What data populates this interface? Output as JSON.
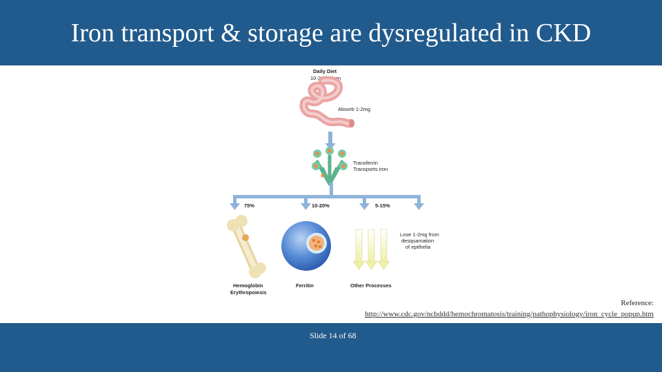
{
  "slide": {
    "title": "Iron transport & storage are dysregulated in CKD",
    "slide_number": "Slide 14 of 68",
    "reference_label": "Reference:",
    "reference_url": "http://www.cdc.gov/ncbddd/hemochromatosis/training/pathophysiology/iron_cycle_popup.htm"
  },
  "diagram": {
    "diet_line1": "Daily Diet",
    "diet_line2": "10-20mg iron",
    "absorb": "Absorb 1-2mg",
    "transferrin_line1": "Transferrin",
    "transferrin_line2": "Transports iron",
    "pct_left": "75%",
    "pct_mid": "10-20%",
    "pct_right": "5-15%",
    "lose_line1": "Lose 1-2mg from",
    "lose_line2": "desquamation",
    "lose_line3": "of epithelia",
    "label_hemo1": "Hemoglobin",
    "label_hemo2": "Erythropoiesis",
    "label_ferritin": "Ferritin",
    "label_other": "Other Processes"
  },
  "colors": {
    "header_bg": "#215a8c",
    "arrow_blue": "#8fb3d9",
    "intestine": "#e9a4a4",
    "transferrin": "#5bb38e",
    "ferritin_cell": "#3f74c9",
    "bone": "#efe1b6",
    "process_arrow": "#f4f2b8"
  }
}
